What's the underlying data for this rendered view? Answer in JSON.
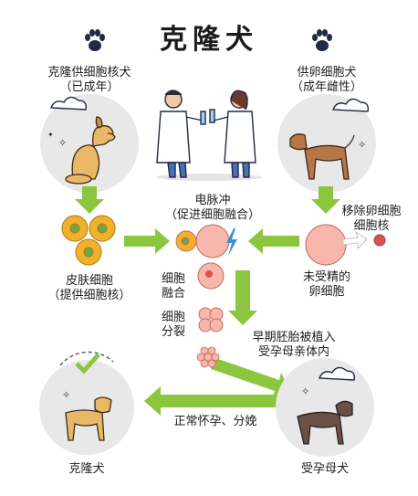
{
  "title": "克隆犬",
  "labels": {
    "donor_line1": "克隆供细胞核犬",
    "donor_line2": "（已成年）",
    "egg_donor_line1": "供卵细胞犬",
    "egg_donor_line2": "（成年雌性）",
    "pulse_line1": "电脉冲",
    "pulse_line2": "（促进细胞融合）",
    "remove_line1": "移除卵细胞",
    "remove_line2": "细胞核",
    "skin_line1": "皮肤细胞",
    "skin_line2": "（提供细胞核）",
    "egg_line1": "未受精的",
    "egg_line2": "卵细胞",
    "fusion_line1": "细胞",
    "fusion_line2": "融合",
    "division_line1": "细胞",
    "division_line2": "分裂",
    "implant_line1": "早期胚胎被植入",
    "implant_line2": "受孕母亲体内",
    "birth": "正常怀孕、分娩",
    "clone": "克隆犬",
    "surrogate": "受孕母犬"
  },
  "colors": {
    "arrow_green": "#8cc63f",
    "dog_tan": "#e9b866",
    "dog_brown": "#b77648",
    "dog_dark": "#6b5046",
    "egg_pink": "#f7b7ad",
    "skin_cell": "#f2b12c",
    "circle_bg": "#e8e8e8"
  }
}
